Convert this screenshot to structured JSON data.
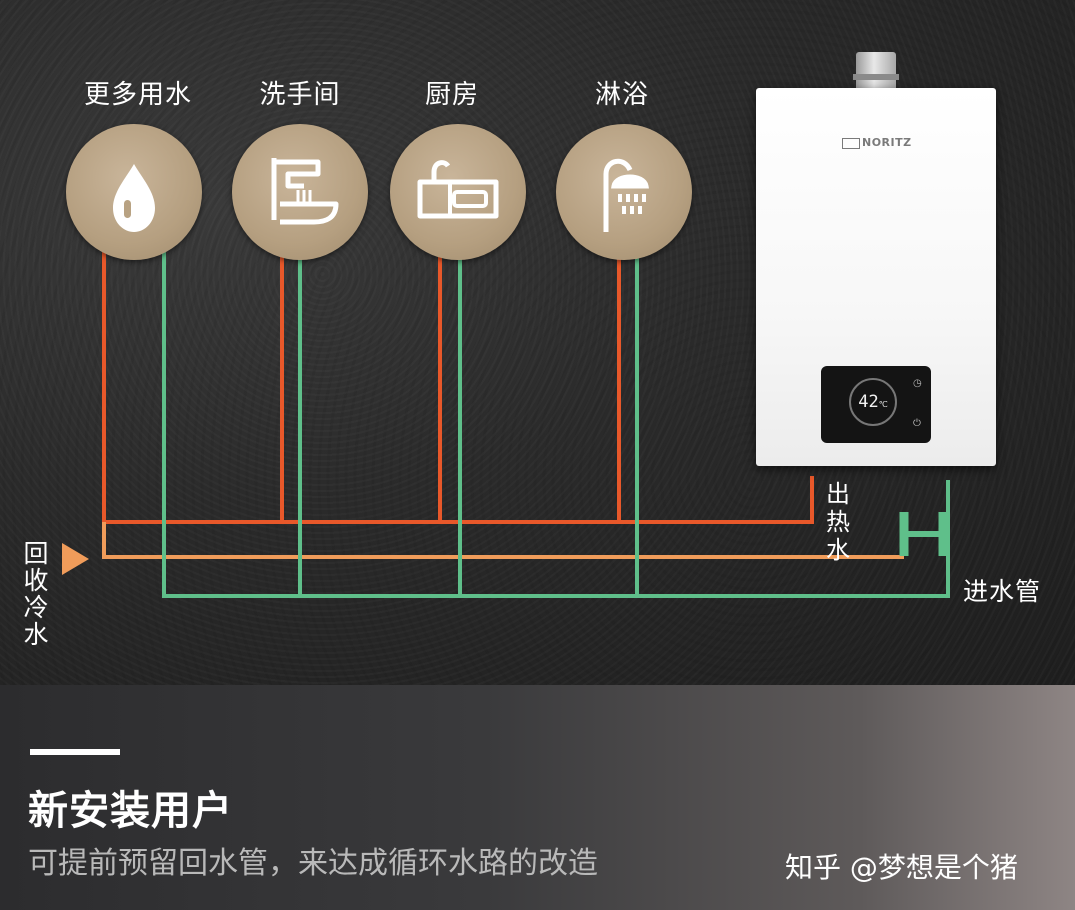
{
  "fixtures": [
    {
      "label": "更多用水",
      "icon": "water-drop-icon"
    },
    {
      "label": "洗手间",
      "icon": "washbasin-faucet-icon"
    },
    {
      "label": "厨房",
      "icon": "kitchen-sink-icon"
    },
    {
      "label": "淋浴",
      "icon": "shower-head-icon"
    }
  ],
  "heater": {
    "brand": "NORITZ",
    "temperature": "42",
    "temperature_unit": "℃"
  },
  "pipes": {
    "hot_out_label": "出热水",
    "inlet_label": "进水管",
    "return_label": "回收冷水"
  },
  "colors": {
    "hot_pipe": "#e8582a",
    "inlet_pipe": "#5fbf8a",
    "return_pipe": "#f09c5a",
    "fixture_circle": "#b8a282"
  },
  "caption": {
    "title": "新安装用户",
    "subtitle": "可提前预留回水管，来达成循环水路的改造"
  },
  "watermark": "知乎 @梦想是个猪"
}
